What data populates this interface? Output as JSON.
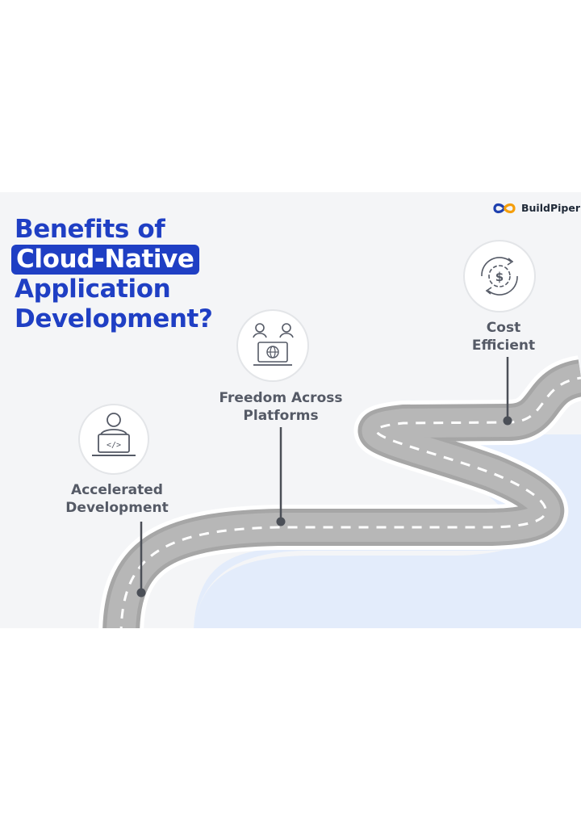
{
  "title": {
    "line1": "Benefits of",
    "line2_highlight": "Cloud-Native",
    "line3": "Application",
    "line4": "Development?"
  },
  "brand": {
    "name": "BuildPiper",
    "icon": "infinity-logo-icon"
  },
  "milestones": [
    {
      "label_lines": [
        "Accelerated",
        "Development"
      ],
      "icon": "developer-laptop-code-icon"
    },
    {
      "label_lines": [
        "Freedom Across",
        "Platforms"
      ],
      "icon": "people-global-screen-icon"
    },
    {
      "label_lines": [
        "Cost",
        "Efficient"
      ],
      "icon": "dollar-gear-cycle-icon"
    }
  ],
  "colors": {
    "title_blue": "#1f3fc4",
    "label_gray": "#555a66",
    "road_gray": "#a6a6a6",
    "water_blue": "#e3ecfb",
    "logo_blue": "#1e40af",
    "logo_orange": "#f59e0b"
  }
}
